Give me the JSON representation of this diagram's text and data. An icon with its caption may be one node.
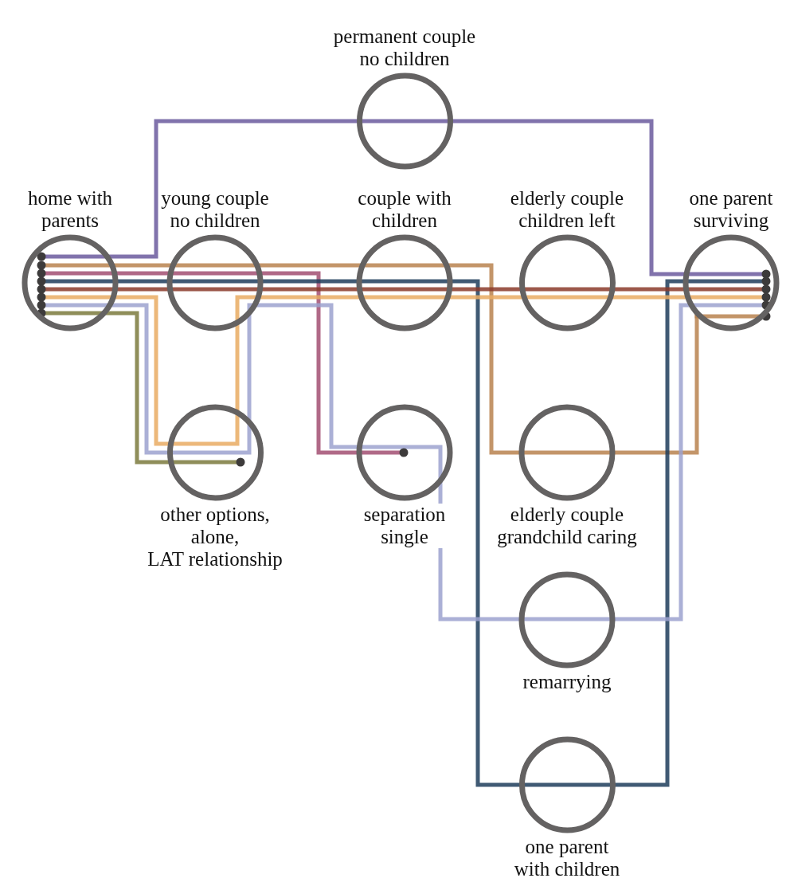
{
  "diagram": {
    "nodes": [
      {
        "text": [
          "permanent couple no children"
        ]
      },
      {
        "text": [
          "home with parents"
        ]
      },
      {
        "text": [
          "young couple no children"
        ]
      },
      {
        "text": [
          "couple with children"
        ]
      },
      {
        "text": [
          "elderly couple children left"
        ]
      },
      {
        "text": [
          "one parent surviving"
        ]
      },
      {
        "text": [
          "other options, alone, LAT relationship"
        ]
      },
      {
        "text": [
          "separation single"
        ]
      },
      {
        "text": [
          "elderly couple grandchild caring"
        ]
      },
      {
        "text": [
          "remarrying"
        ]
      },
      {
        "text": [
          "one parent with children"
        ]
      }
    ],
    "edges": [
      {
        "from": 1,
        "to": 0,
        "arrow": "none",
        "color": "#6b5b9e"
      },
      {
        "from": 0,
        "to": 5,
        "arrow": "none",
        "color": "#6b5b9e"
      },
      {
        "from": 1,
        "to": 2,
        "arrow": "none",
        "color": "#b9824f"
      },
      {
        "from": 2,
        "to": 3,
        "arrow": "none",
        "color": "#b9824f"
      },
      {
        "from": 3,
        "to": 8,
        "arrow": "none",
        "color": "#b9824f"
      },
      {
        "from": 8,
        "to": 5,
        "arrow": "none",
        "color": "#b9824f"
      },
      {
        "from": 1,
        "to": 2,
        "arrow": "none",
        "color": "#a24f72"
      },
      {
        "from": 2,
        "to": 7,
        "arrow": "none",
        "color": "#a24f72"
      },
      {
        "from": 1,
        "to": 2,
        "arrow": "none",
        "color": "#1f3d5c"
      },
      {
        "from": 2,
        "to": 3,
        "arrow": "none",
        "color": "#1f3d5c"
      },
      {
        "from": 3,
        "to": 10,
        "arrow": "none",
        "color": "#1f3d5c"
      },
      {
        "from": 10,
        "to": 5,
        "arrow": "none",
        "color": "#1f3d5c"
      },
      {
        "from": 1,
        "to": 2,
        "arrow": "none",
        "color": "#8b3b2b"
      },
      {
        "from": 2,
        "to": 3,
        "arrow": "none",
        "color": "#8b3b2b"
      },
      {
        "from": 3,
        "to": 4,
        "arrow": "none",
        "color": "#8b3b2b"
      },
      {
        "from": 4,
        "to": 5,
        "arrow": "none",
        "color": "#8b3b2b"
      },
      {
        "from": 1,
        "to": 6,
        "arrow": "none",
        "color": "#e9ab63"
      },
      {
        "from": 6,
        "to": 2,
        "arrow": "none",
        "color": "#e9ab63"
      },
      {
        "from": 2,
        "to": 3,
        "arrow": "none",
        "color": "#e9ab63"
      },
      {
        "from": 3,
        "to": 4,
        "arrow": "none",
        "color": "#e9ab63"
      },
      {
        "from": 4,
        "to": 5,
        "arrow": "none",
        "color": "#e9ab63"
      },
      {
        "from": 1,
        "to": 6,
        "arrow": "none",
        "color": "#9ca2cf"
      },
      {
        "from": 6,
        "to": 2,
        "arrow": "none",
        "color": "#9ca2cf"
      },
      {
        "from": 2,
        "to": 7,
        "arrow": "none",
        "color": "#9ca2cf"
      },
      {
        "from": 7,
        "to": 9,
        "arrow": "none",
        "color": "#9ca2cf"
      },
      {
        "from": 9,
        "to": 5,
        "arrow": "none",
        "color": "#9ca2cf"
      },
      {
        "from": 1,
        "to": 6,
        "arrow": "none",
        "color": "#7b7a3d"
      }
    ]
  }
}
